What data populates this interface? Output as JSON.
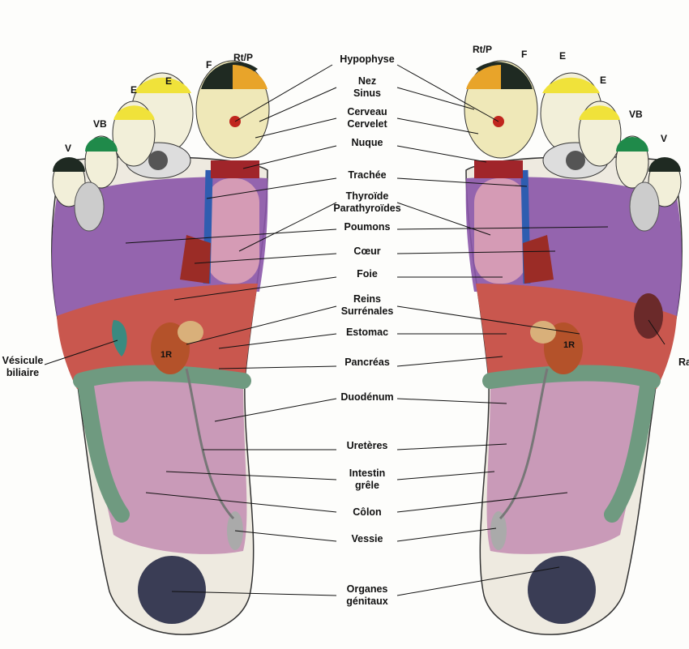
{
  "title": "Foot reflexology chart",
  "organs": {
    "hypophyse": "Hypophyse",
    "nez": "Nez",
    "sinus": "Sinus",
    "cerveau": "Cerveau",
    "cervelet": "Cervelet",
    "nuque": "Nuque",
    "trachee": "Trachée",
    "thyroide": "Thyroïde",
    "parathyroides": "Parathyroïdes",
    "poumons": "Poumons",
    "coeur": "Cœur",
    "foie": "Foie",
    "reins": "Reins",
    "surrenales": "Surrénales",
    "estomac": "Estomac",
    "pancreas": "Pancréas",
    "duodenum": "Duodénum",
    "ureteres": "Uretères",
    "intestin": "Intestin",
    "grele": "grêle",
    "colon": "Côlon",
    "vessie": "Vessie",
    "organes": "Organes",
    "genitaux": "génitaux",
    "vesicule": "Vésicule",
    "biliaire": "biliaire",
    "rate": "Ra"
  },
  "left_toes": [
    "V",
    "VB",
    "E",
    "E",
    "F",
    "Rt/P"
  ],
  "right_toes": [
    "Rt/P",
    "F",
    "E",
    "E",
    "VB",
    "V"
  ],
  "kidney_label": "1R",
  "colors": {
    "lungs": "#8a55a8",
    "liver": "#c9574e",
    "colon": "#6f9a80",
    "intestine": "#c99ab8",
    "yellow": "#f0e23a",
    "green": "#1f8a4a",
    "dark": "#1f2a22",
    "orange": "#e8a42a",
    "genital": "#3a3d55"
  }
}
